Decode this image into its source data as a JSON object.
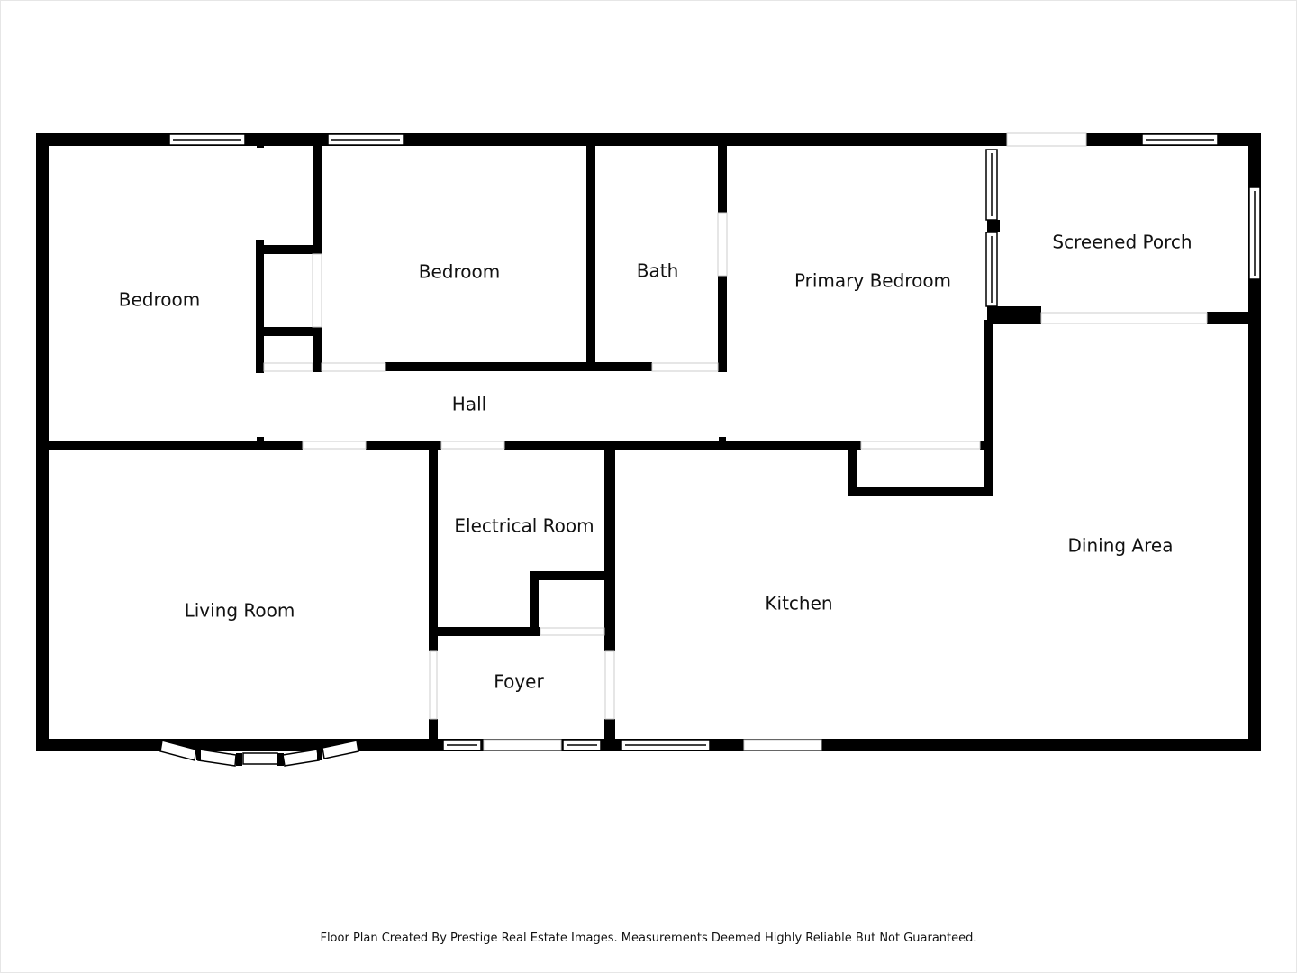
{
  "floor_plan": {
    "rooms": [
      {
        "key": "bedroom_1",
        "label": "Bedroom"
      },
      {
        "key": "bedroom_2",
        "label": "Bedroom"
      },
      {
        "key": "bath",
        "label": "Bath"
      },
      {
        "key": "primary_bedroom",
        "label": "Primary Bedroom"
      },
      {
        "key": "screened_porch",
        "label": "Screened Porch"
      },
      {
        "key": "hall",
        "label": "Hall"
      },
      {
        "key": "living_room",
        "label": "Living Room"
      },
      {
        "key": "electrical_room",
        "label": "Electrical Room"
      },
      {
        "key": "foyer",
        "label": "Foyer"
      },
      {
        "key": "kitchen",
        "label": "Kitchen"
      },
      {
        "key": "dining_area",
        "label": "Dining Area"
      }
    ],
    "colors": {
      "wall": "#000000",
      "opening": "#ffffff",
      "opening_edge": "#cccccc"
    }
  },
  "footer": {
    "credit": "Floor Plan Created By Prestige Real Estate Images. Measurements Deemed Highly Reliable But Not Guaranteed."
  }
}
